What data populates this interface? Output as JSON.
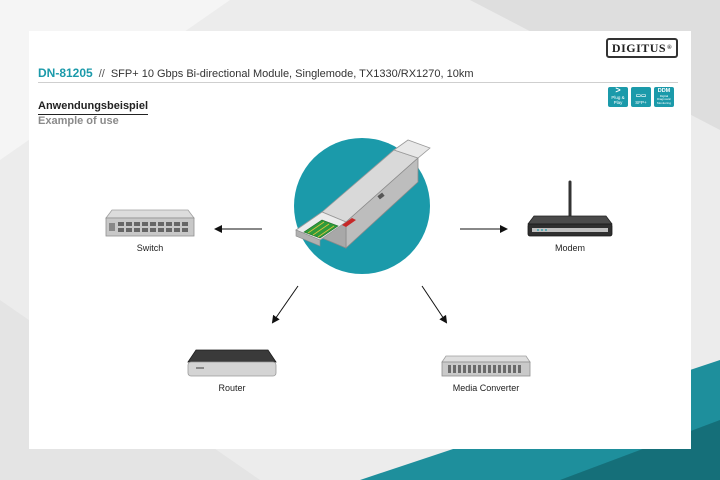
{
  "brand": {
    "logo_text": "DIGITUS",
    "logo_mark": "®"
  },
  "header": {
    "product_code": "DN-81205",
    "separator": "//",
    "product_title": "SFP+ 10 Gbps Bi-directional Module, Singlemode, TX1330/RX1270, 10km"
  },
  "badges": [
    {
      "icon": "play-icon",
      "glyph": ">",
      "label": "Plug & Play"
    },
    {
      "icon": "sfp-icon",
      "glyph": "▭▭",
      "label": "SFP+"
    },
    {
      "icon": "ddm-icon",
      "glyph": "DDM",
      "label": "Digital Diagnostic Monitoring"
    }
  ],
  "section": {
    "title_de": "Anwendungsbeispiel",
    "title_en": "Example of use"
  },
  "devices": {
    "switch": "Switch",
    "modem": "Modem",
    "router": "Router",
    "media_converter": "Media Converter"
  },
  "colors": {
    "accent": "#1b9aaa",
    "background_teal": "#1e8f9c",
    "card": "#ffffff"
  }
}
